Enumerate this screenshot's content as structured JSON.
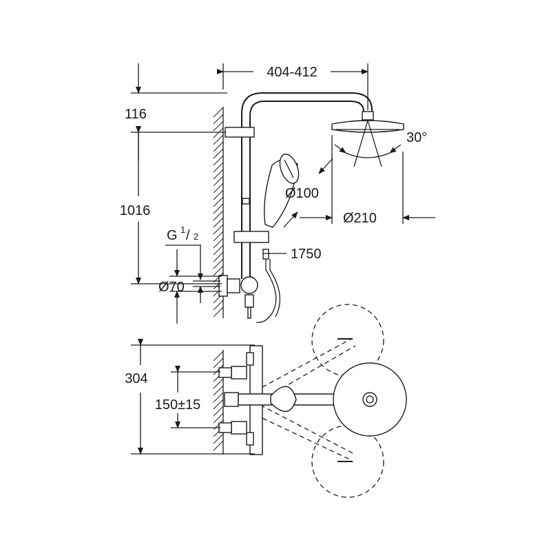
{
  "dimensions": {
    "arm_reach": "404-412",
    "top_offset": "116",
    "riser_height": "1016",
    "thread": "G",
    "thread_num": "1",
    "thread_den": "2",
    "inlet_diameter": "Ø70",
    "handshower_diameter": "Ø100",
    "hose_length": "1750",
    "tilt_angle": "30°",
    "headshower_diameter": "Ø210",
    "overall_depth": "304",
    "inlet_spacing": "150±15"
  }
}
